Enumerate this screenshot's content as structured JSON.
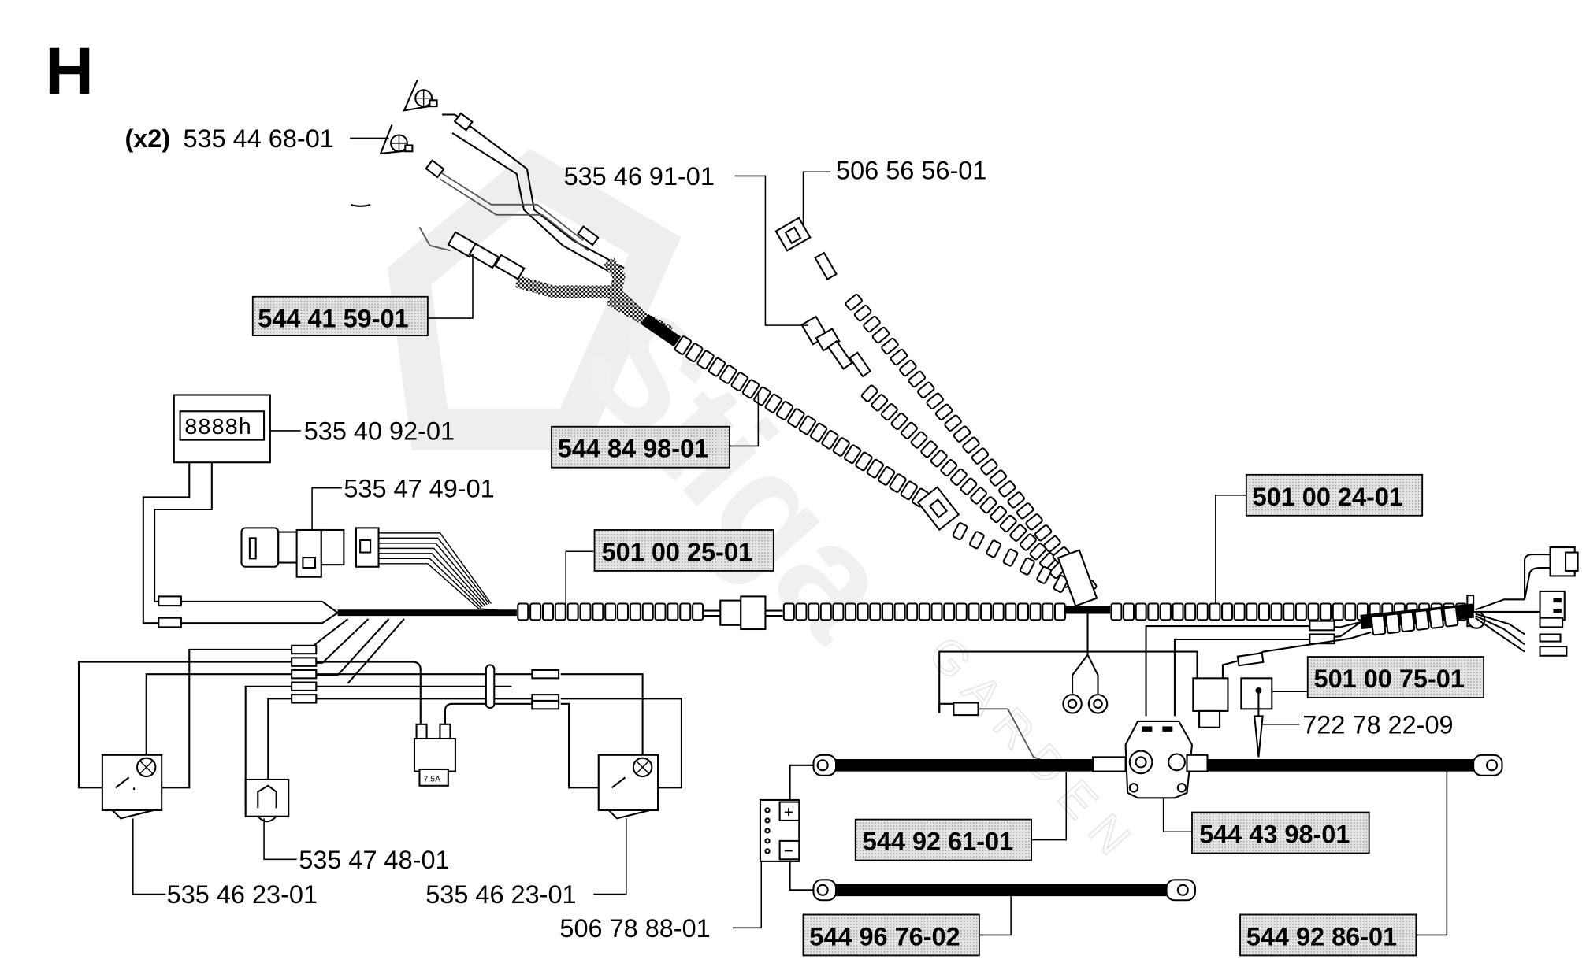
{
  "diagram": {
    "section_letter": "H",
    "watermark": {
      "brand": "Stiga",
      "subtitle": "GARDEN"
    },
    "part_labels": [
      {
        "id": "lamp-bulb",
        "prefix": "(x2)",
        "number": "535 44 68-01",
        "highlighted": false
      },
      {
        "id": "harness-front",
        "prefix": "",
        "number": "544 41 59-01",
        "highlighted": true
      },
      {
        "id": "seat-switch",
        "prefix": "",
        "number": "535 46 91-01",
        "highlighted": false
      },
      {
        "id": "pto-switch",
        "prefix": "",
        "number": "506 56 56-01",
        "highlighted": false
      },
      {
        "id": "harness-upper",
        "prefix": "",
        "number": "544 84 98-01",
        "highlighted": true
      },
      {
        "id": "hour-meter",
        "prefix": "",
        "number": "535 40 92-01",
        "highlighted": false
      },
      {
        "id": "ignition-switch",
        "prefix": "",
        "number": "535 47 49-01",
        "highlighted": false
      },
      {
        "id": "harness-main",
        "prefix": "",
        "number": "501 00 25-01",
        "highlighted": true
      },
      {
        "id": "harness-rear",
        "prefix": "",
        "number": "501 00 24-01",
        "highlighted": true
      },
      {
        "id": "relay",
        "prefix": "",
        "number": "501 00 75-01",
        "highlighted": true
      },
      {
        "id": "fuse-pin",
        "prefix": "",
        "number": "722 78 22-09",
        "highlighted": false
      },
      {
        "id": "battery-cable-1",
        "prefix": "",
        "number": "544 92 61-01",
        "highlighted": true
      },
      {
        "id": "solenoid",
        "prefix": "",
        "number": "544 43 98-01",
        "highlighted": true
      },
      {
        "id": "buzzer",
        "prefix": "",
        "number": "535 47 48-01",
        "highlighted": false
      },
      {
        "id": "light-switch-left",
        "prefix": "",
        "number": "535 46 23-01",
        "highlighted": false
      },
      {
        "id": "light-switch-right",
        "prefix": "",
        "number": "535 46 23-01",
        "highlighted": false
      },
      {
        "id": "battery",
        "prefix": "",
        "number": "506 78 88-01",
        "highlighted": false
      },
      {
        "id": "ground-cable",
        "prefix": "",
        "number": "544 96 76-02",
        "highlighted": true
      },
      {
        "id": "battery-cable-2",
        "prefix": "",
        "number": "544 92 86-01",
        "highlighted": true
      }
    ],
    "hour_meter_display": "8888h",
    "fuse_rating": "7.5A",
    "battery_terminals": {
      "positive": "+",
      "negative": "−"
    },
    "colors": {
      "line": "#000000",
      "tag_fill": "#d9d9d9",
      "watermark": "#eeeeee"
    }
  }
}
